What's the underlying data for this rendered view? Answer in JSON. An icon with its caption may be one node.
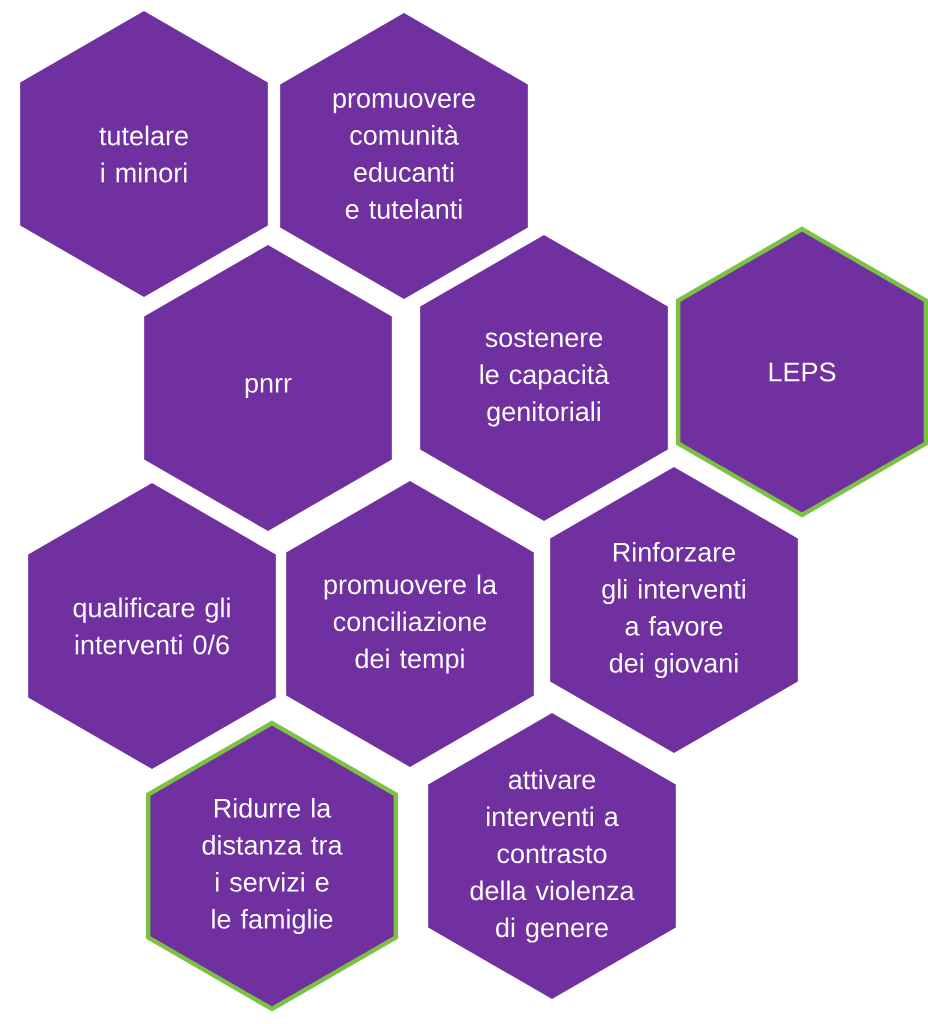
{
  "diagram": {
    "nodes": [
      {
        "text": [
          "tutelare i minori"
        ]
      },
      {
        "text": [
          "promuovere comunità educanti e tutelanti"
        ]
      },
      {
        "text": [
          "pnrr"
        ]
      },
      {
        "text": [
          "sostenere le capacità genitoriali"
        ]
      },
      {
        "text": [
          "LEPS"
        ]
      },
      {
        "text": [
          "qualificare gli interventi 0/6"
        ]
      },
      {
        "text": [
          "promuovere la conciliazione dei tempi"
        ]
      },
      {
        "text": [
          "Rinforzare gli interventi a favore dei giovani"
        ]
      },
      {
        "text": [
          "Ridurre la distanza tra i servizi e le famiglie"
        ]
      },
      {
        "text": [
          "attivare interventi a contrasto della violenza di genere"
        ]
      }
    ]
  }
}
